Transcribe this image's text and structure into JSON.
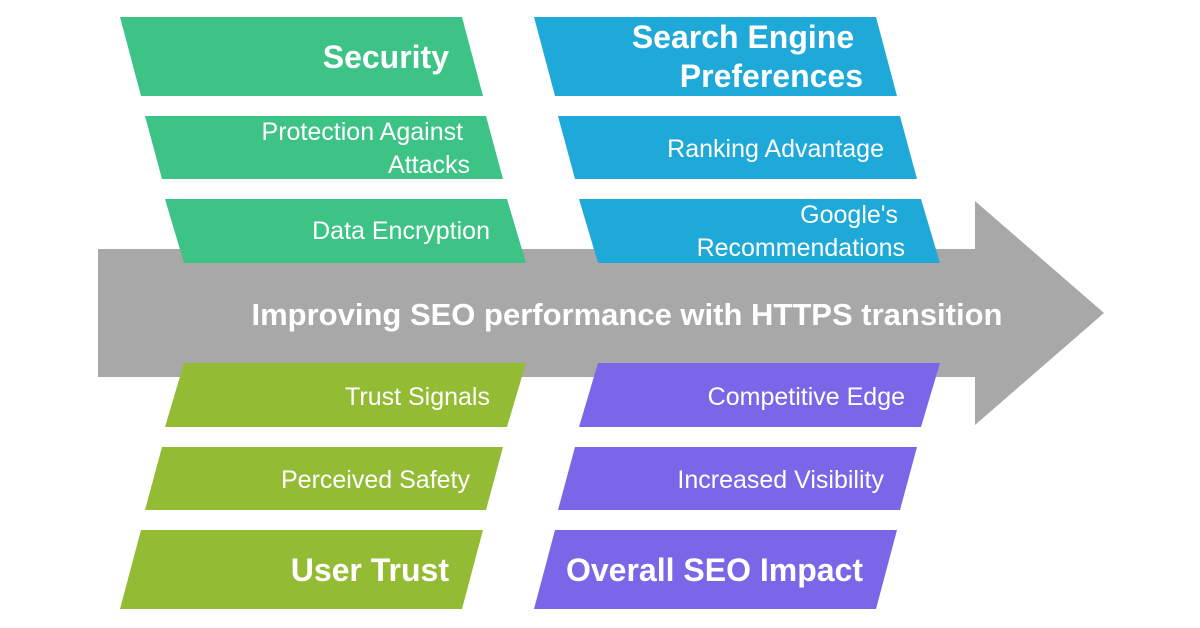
{
  "colors": {
    "security": "#3cc385",
    "search": "#1ea9d9",
    "trust": "#93bc34",
    "impact": "#7b66e8",
    "arrow": "#a8a8a8",
    "text": "#ffffff"
  },
  "spine": {
    "label": "Improving SEO performance with HTTPS transition"
  },
  "categories": {
    "security": {
      "title": "Security",
      "causes": [
        "Protection Against Attacks",
        "Data Encryption"
      ]
    },
    "search": {
      "title": "Search Engine Preferences",
      "causes": [
        "Ranking Advantage",
        "Google's Recommendations"
      ]
    },
    "trust": {
      "title": "User Trust",
      "causes": [
        "Trust Signals",
        "Perceived Safety"
      ]
    },
    "impact": {
      "title": "Overall SEO Impact",
      "causes": [
        "Competitive Edge",
        "Increased Visibility"
      ]
    }
  }
}
